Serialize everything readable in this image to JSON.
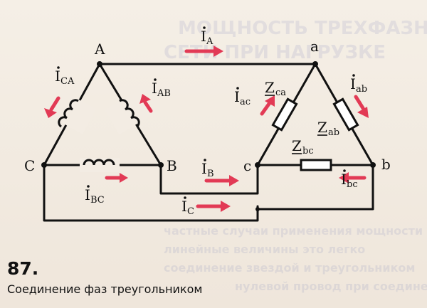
{
  "figure": {
    "number": "87.",
    "caption": "Соединение фаз треугольником"
  },
  "nodes": {
    "A": "A",
    "B": "B",
    "C": "C",
    "a": "a",
    "b": "b",
    "c": "c"
  },
  "currents": {
    "I_A": {
      "main": "I",
      "sub": "A"
    },
    "I_B": {
      "main": "I",
      "sub": "B"
    },
    "I_C": {
      "main": "I",
      "sub": "C"
    },
    "I_CA": {
      "main": "I",
      "sub": "CA"
    },
    "I_AB": {
      "main": "I",
      "sub": "AB"
    },
    "I_BC": {
      "main": "I",
      "sub": "BC"
    },
    "I_ac": {
      "main": "I",
      "sub": "ac"
    },
    "I_ab": {
      "main": "I",
      "sub": "ab"
    },
    "I_bc": {
      "main": "I",
      "sub": "bc"
    }
  },
  "impedances": {
    "Z_ca": {
      "main": "Z",
      "sub": "ca"
    },
    "Z_ab": {
      "main": "Z",
      "sub": "ab"
    },
    "Z_bc": {
      "main": "Z",
      "sub": "bc"
    }
  },
  "colors": {
    "arrow": "#e23a55",
    "wire": "#111111",
    "paper": "#f2ebe2"
  }
}
